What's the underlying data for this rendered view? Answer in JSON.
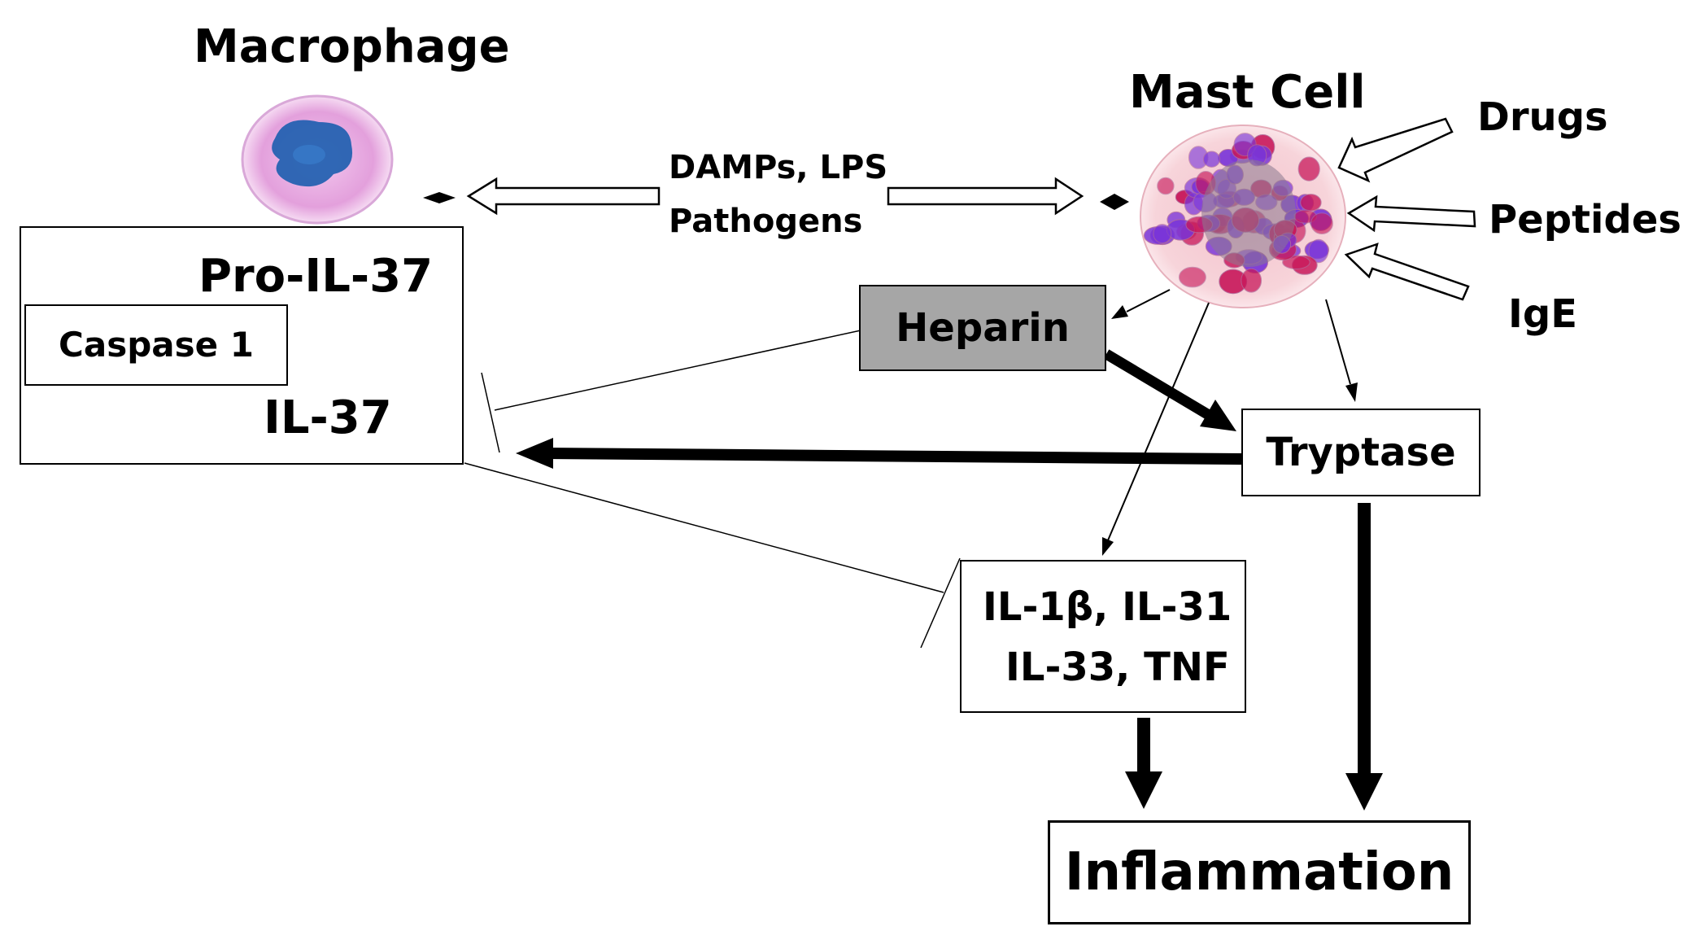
{
  "cells": {
    "macrophage": "Macrophage",
    "mast_cell": "Mast Cell"
  },
  "stimuli": {
    "shared": [
      "DAMPs, LPS",
      "Pathogens"
    ],
    "mast_cell_inputs": [
      "Drugs",
      "Peptides",
      "IgE"
    ]
  },
  "macrophage_box": {
    "precursor": "Pro-IL-37",
    "enzyme": "Caspase 1",
    "product": "IL-37"
  },
  "mediators": {
    "heparin": "Heparin",
    "tryptase": "Tryptase",
    "cytokines_line1": "IL-1β, IL-31",
    "cytokines_line2": "IL-33, TNF"
  },
  "outcome": "Inflammation",
  "colors": {
    "heparin_fill": "#a6a6a6",
    "macrophage_body": "#e6a6e0",
    "macrophage_nucleus": "#1f5fb0",
    "mast_cell_body": "#f6d0d6",
    "mast_granule_red": "#c8175a",
    "mast_granule_purple": "#7a35d8"
  }
}
